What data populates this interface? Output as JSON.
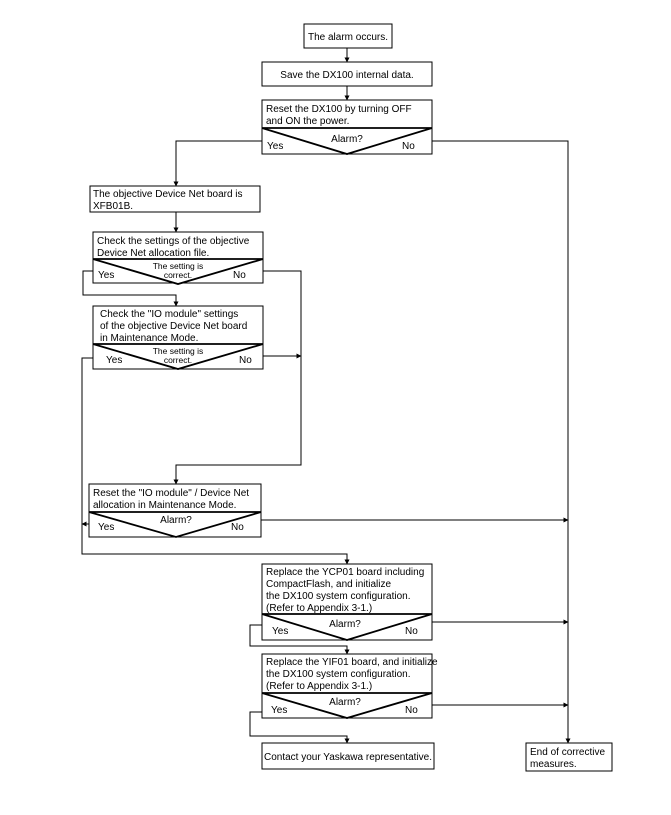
{
  "nodes": {
    "alarm_occurs": "The alarm occurs.",
    "save_data": "Save the DX100 internal data.",
    "reset_power": [
      "Reset the DX100 by turning OFF",
      "and ON the power."
    ],
    "objective_board": [
      "The objective Device Net board is",
      "XFB01B."
    ],
    "check_allocation": [
      "Check the settings of the objective",
      "Device Net allocation file."
    ],
    "check_io_module": [
      "Check the \"IO module\" settings",
      "of the objective Device Net board",
      "in Maintenance Mode."
    ],
    "reset_io_module": [
      "Reset the \"IO module\" / Device Net",
      "allocation in Maintenance Mode."
    ],
    "replace_ycp01": [
      "Replace the YCP01 board including",
      "CompactFlash, and initialize",
      "the DX100 system configuration.",
      "(Refer to Appendix 3-1.)"
    ],
    "replace_yif01": [
      "Replace the YIF01 board, and initialize",
      "the DX100 system configuration.",
      "(Refer to Appendix 3-1.)"
    ],
    "contact": "Contact your Yaskawa representative.",
    "end": [
      "End of corrective",
      "measures."
    ]
  },
  "decisions": {
    "alarm_q": "Alarm?",
    "setting_q": [
      "The setting is",
      "correct."
    ],
    "yes": "Yes",
    "no": "No"
  }
}
